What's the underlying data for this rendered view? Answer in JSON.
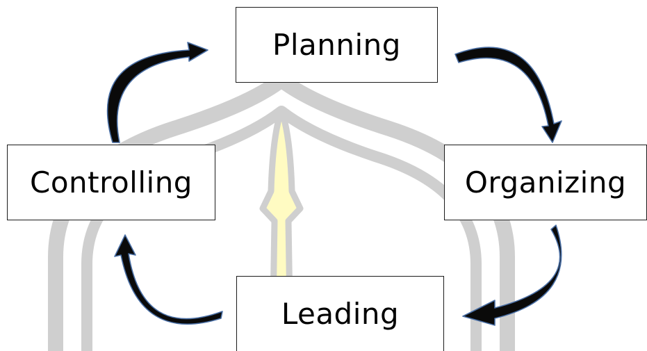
{
  "stages": {
    "planning": "Planning",
    "organizing": "Organizing",
    "leading": "Leading",
    "controlling": "Controlling"
  },
  "colors": {
    "arrow_fill": "#0a0a0a",
    "arrow_stroke": "#4a6fa5",
    "watermark_gray": "#cfcfcf",
    "watermark_yellow": "#fffbc2"
  },
  "watermark": "university-emblem"
}
